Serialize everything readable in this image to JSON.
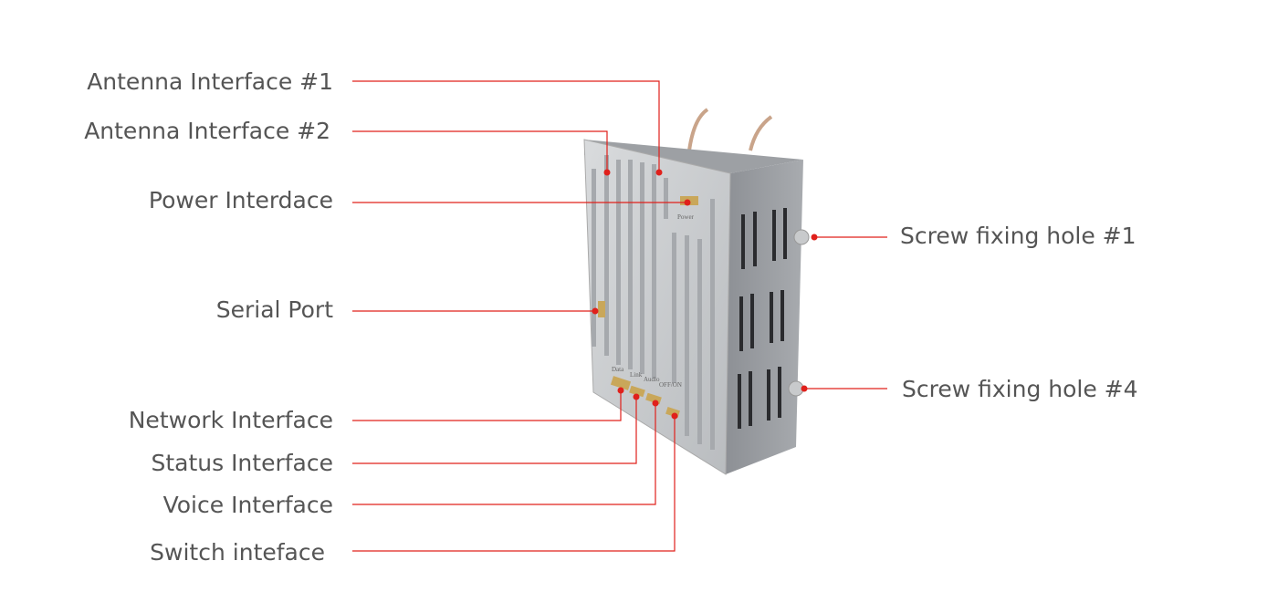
{
  "labels_left": [
    {
      "id": "antenna-1",
      "text": "Antenna Interface #1"
    },
    {
      "id": "antenna-2",
      "text": "Antenna Interface #2"
    },
    {
      "id": "power",
      "text": "Power Interdace"
    },
    {
      "id": "serial",
      "text": "Serial Port"
    },
    {
      "id": "network",
      "text": "Network Interface"
    },
    {
      "id": "status",
      "text": "Status Interface"
    },
    {
      "id": "voice",
      "text": "Voice Interface"
    },
    {
      "id": "switch",
      "text": "Switch inteface"
    }
  ],
  "labels_right": [
    {
      "id": "screw-1",
      "text": "Screw fixing hole #1"
    },
    {
      "id": "screw-4",
      "text": "Screw fixing hole #4"
    }
  ],
  "device_markings": {
    "power": "Power",
    "data": "Data",
    "link": "Link",
    "audio": "Audio",
    "switch": "OFF/ON"
  },
  "colors": {
    "leader": "#e0201b",
    "text": "#555555"
  }
}
